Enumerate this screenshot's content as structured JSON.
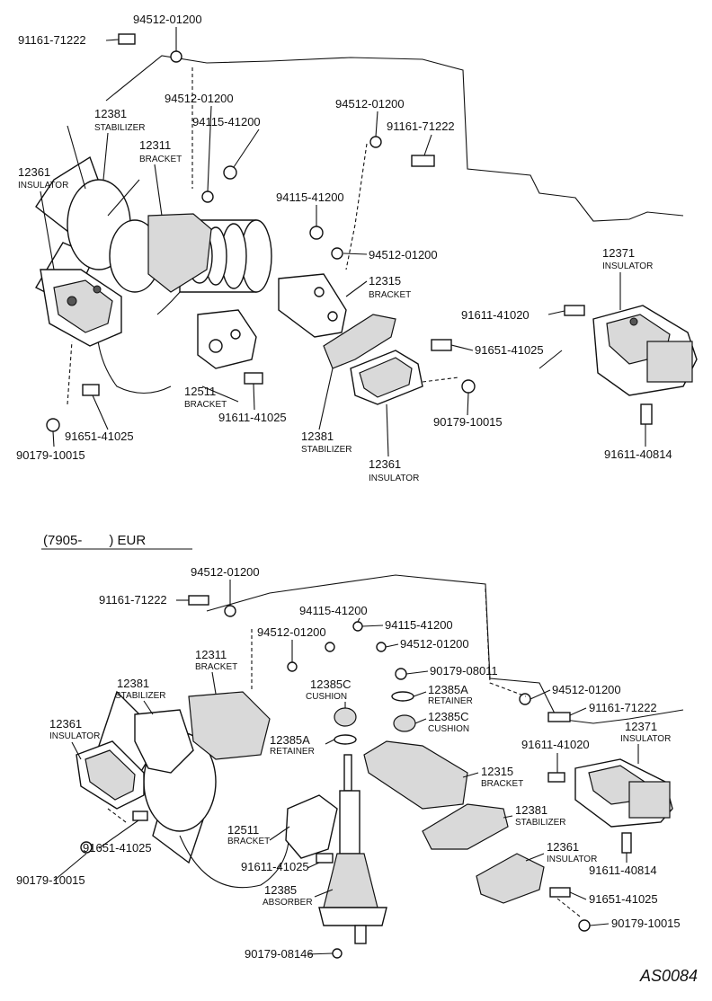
{
  "diagram": {
    "section_label": "(7905-  ) EUR",
    "drawing_code": "AS0084",
    "top": {
      "labels": [
        {
          "pn": "94512-01200"
        },
        {
          "pn": "91161-71222"
        },
        {
          "pn": "94512-01200"
        },
        {
          "pn": "94115-41200"
        },
        {
          "pn": "12381",
          "name": "STABILIZER"
        },
        {
          "pn": "12311",
          "name": "BRACKET"
        },
        {
          "pn": "12361",
          "name": "INSULATOR"
        },
        {
          "pn": "94512-01200"
        },
        {
          "pn": "91161-71222"
        },
        {
          "pn": "94115-41200"
        },
        {
          "pn": "94512-01200"
        },
        {
          "pn": "12315",
          "name": "BRACKET"
        },
        {
          "pn": "12371",
          "name": "INSULATOR"
        },
        {
          "pn": "91611-41020"
        },
        {
          "pn": "91651-41025"
        },
        {
          "pn": "90179-10015"
        },
        {
          "pn": "12511",
          "name": "BRACKET"
        },
        {
          "pn": "91611-41025"
        },
        {
          "pn": "91651-41025"
        },
        {
          "pn": "90179-10015"
        },
        {
          "pn": "12381",
          "name": "STABILIZER"
        },
        {
          "pn": "12361",
          "name": "INSULATOR"
        },
        {
          "pn": "91611-40814"
        }
      ]
    },
    "bottom": {
      "labels": [
        {
          "pn": "94512-01200"
        },
        {
          "pn": "91161-71222"
        },
        {
          "pn": "94115-41200"
        },
        {
          "pn": "94115-41200"
        },
        {
          "pn": "94512-01200"
        },
        {
          "pn": "94512-01200"
        },
        {
          "pn": "12311",
          "name": "BRACKET"
        },
        {
          "pn": "12381",
          "name": "STABILIZER"
        },
        {
          "pn": "12361",
          "name": "INSULATOR"
        },
        {
          "pn": "12385C",
          "name": "CUSHION"
        },
        {
          "pn": "90179-08011"
        },
        {
          "pn": "12385A",
          "name": "RETAINER"
        },
        {
          "pn": "12385C",
          "name": "CUSHION"
        },
        {
          "pn": "12385A",
          "name": "RETAINER"
        },
        {
          "pn": "94512-01200"
        },
        {
          "pn": "91161-71222"
        },
        {
          "pn": "12371",
          "name": "INSULATOR"
        },
        {
          "pn": "91611-41020"
        },
        {
          "pn": "12315",
          "name": "BRACKET"
        },
        {
          "pn": "12381",
          "name": "STABILIZER"
        },
        {
          "pn": "12361",
          "name": "INSULATOR"
        },
        {
          "pn": "91651-41025"
        },
        {
          "pn": "90179-10015"
        },
        {
          "pn": "12511",
          "name": "BRACKET"
        },
        {
          "pn": "91611-41025"
        },
        {
          "pn": "12385",
          "name": "ABSORBER"
        },
        {
          "pn": "90179-08146"
        },
        {
          "pn": "91611-40814"
        },
        {
          "pn": "91651-41025"
        },
        {
          "pn": "90179-10015"
        }
      ]
    }
  }
}
